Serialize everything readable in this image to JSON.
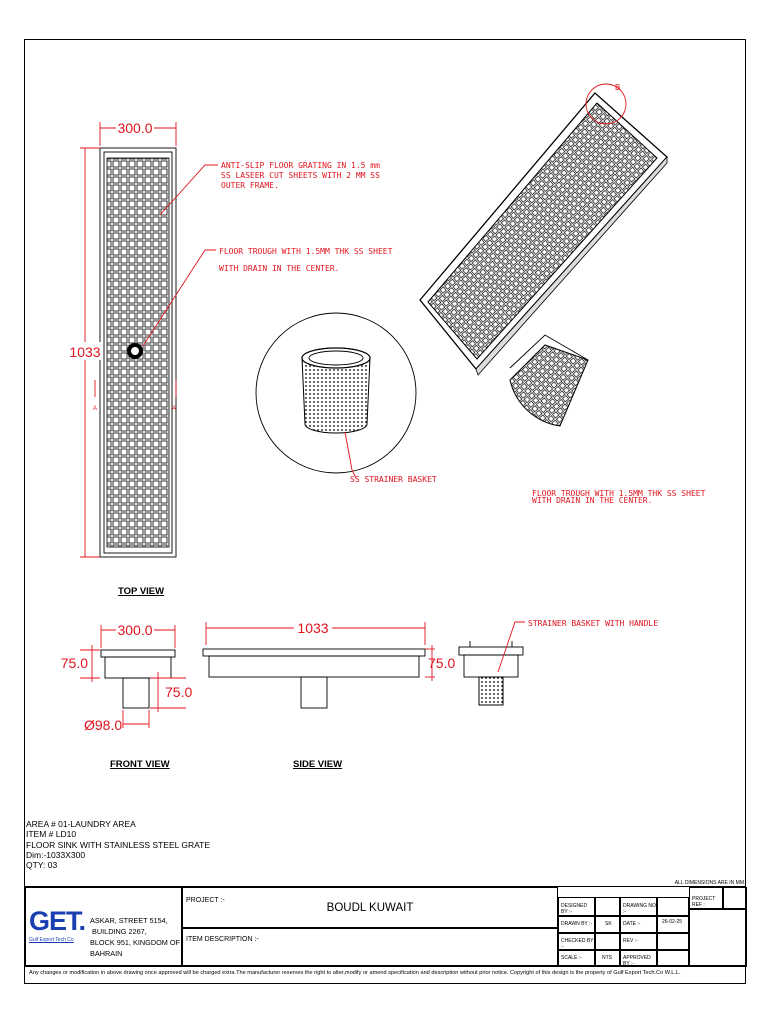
{
  "drawing": {
    "dims": {
      "top_width": "300.0",
      "top_length": "1033",
      "front_width": "300.0",
      "front_height": "75.0",
      "front_outlet_height": "75.0",
      "outlet_dia": "Ø98.0",
      "side_length": "1033",
      "side_height": "75.0"
    },
    "section_marks": {
      "left": "A",
      "right": "A"
    },
    "callouts": {
      "grating": [
        "ANTI-SLIP FLOOR GRATING IN 1.5 mm",
        "SS LASEER CUT SHEETS WITH 2 MM SS",
        "OUTER FRAME."
      ],
      "trough": [
        "FLOOR TROUGH WITH 1.5MM THK SS SHEET",
        "WITH DRAIN IN THE CENTER."
      ],
      "basket": "SS STRAINER BASKET",
      "iso_note": [
        "FLOOR TROUGH WITH 1.5MM THK SS SHEET",
        "WITH DRAIN IN THE CENTER."
      ],
      "handle": "STRAINER BASKET WITH HANDLE",
      "detail_mark": "B"
    },
    "view_labels": {
      "top": "TOP VIEW",
      "front": "FRONT VIEW",
      "side": "SIDE VIEW"
    }
  },
  "item_info": {
    "area": "AREA # 01-LAUNDRY AREA",
    "item": "ITEM # LD10",
    "description": "FLOOR SINK WITH STAINLESS STEEL GRATE",
    "dim": "Dim:-1033X300",
    "qty": "QTY: 03"
  },
  "title_block": {
    "dims_note": "ALL DIMENSIONS ARE IN MM",
    "logo": "GET.",
    "logo_sub": "Gulf Export Tech Co",
    "address": [
      "ASKAR, STREET 5154,",
      "BUILDING 2267,",
      "BLOCK 951, KINGDOM OF BAHRAIN"
    ],
    "project_label": "PROJECT :-",
    "project_name": "BOUDL KUWAIT",
    "item_desc_label": "ITEM DESCRIPTION :-",
    "designed_by": "DESIGNED BY :-",
    "drawn_by": "DRAWN BY :-",
    "drawn_by_value": "SK",
    "checked_by": "CHECKED BY :-",
    "scale": "SCALE :-",
    "scale_value": "NTS",
    "drawing_no": "DRAWING NO :-",
    "date": "DATE :-",
    "date_value": "26-02-25",
    "rev": "REV :-",
    "approved_by": "APPROVED BY :-",
    "project_ref": "PROJECT REF :"
  },
  "footer": "Any changes or modification in above drawing once approved will be charged extra.The manufacturer reserves the right to alter,modify or amend specification and description without prior notice. Copyright of this design is the property of Gulf Export Tech.Co W.L.L."
}
